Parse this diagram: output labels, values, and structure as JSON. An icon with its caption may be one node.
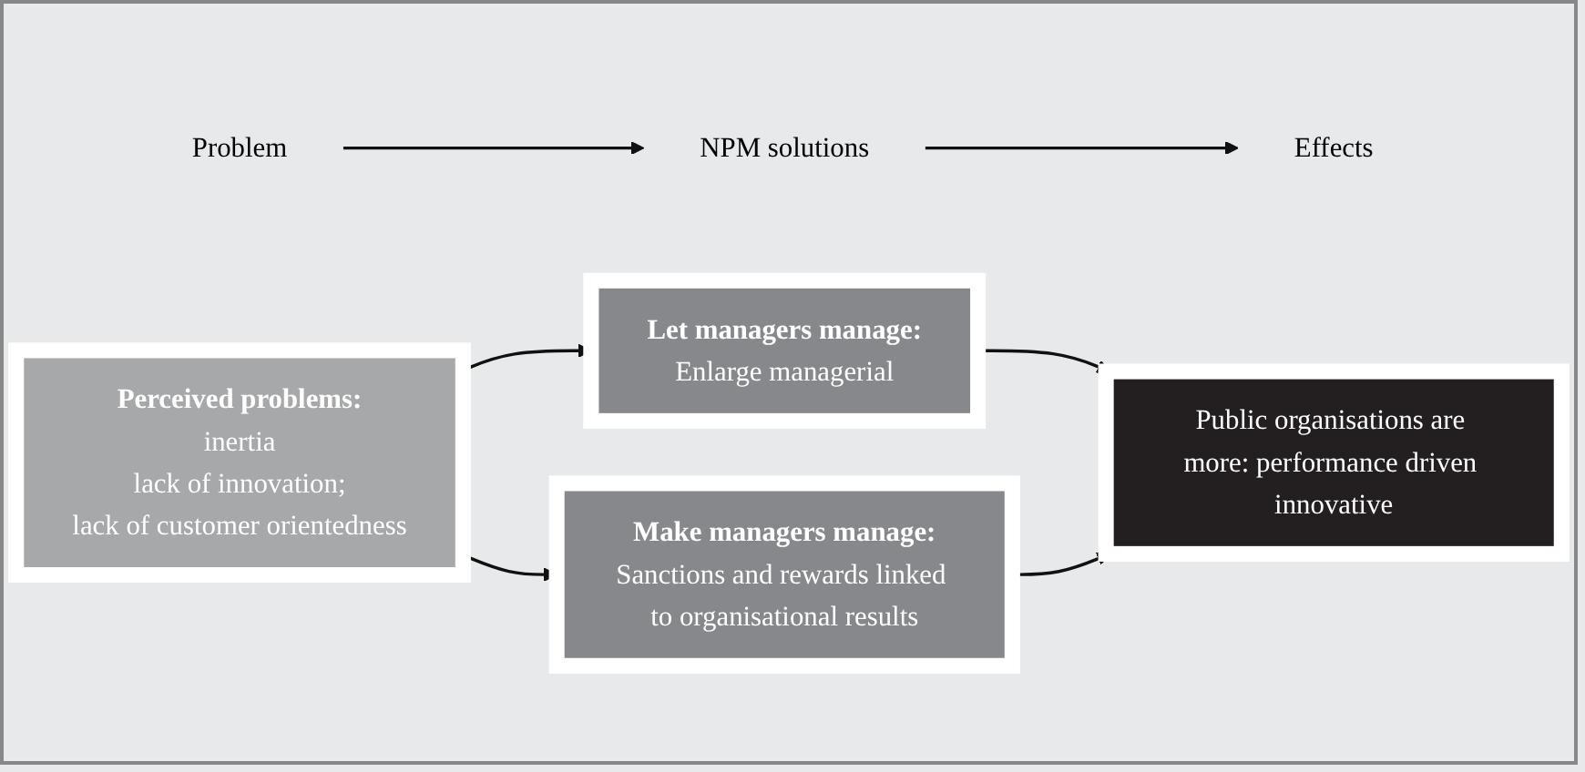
{
  "diagram": {
    "nodes": [
      {
        "text": [
          "Problem"
        ]
      },
      {
        "text": [
          "NPM solutions"
        ]
      },
      {
        "text": [
          "Effects"
        ]
      },
      {
        "text": [
          "Perceived problems:",
          "inertia",
          "lack of innovation;",
          "lack of customer orientedness"
        ]
      },
      {
        "text": [
          "Let managers manage:",
          "Enlarge managerial"
        ]
      },
      {
        "text": [
          "Make managers manage:",
          "Sanctions and rewards linked to organisational results"
        ]
      },
      {
        "text": [
          "Public organisations are more: performance driven innovative"
        ]
      }
    ],
    "edges": [
      {
        "from": 0,
        "to": 1,
        "arrow": "to"
      },
      {
        "from": 1,
        "to": 2,
        "arrow": "to"
      },
      {
        "from": 3,
        "to": 4,
        "arrow": "to"
      },
      {
        "from": 3,
        "to": 5,
        "arrow": "to"
      },
      {
        "from": 4,
        "to": 6,
        "arrow": "to"
      },
      {
        "from": 5,
        "to": 6,
        "arrow": "to"
      }
    ]
  }
}
